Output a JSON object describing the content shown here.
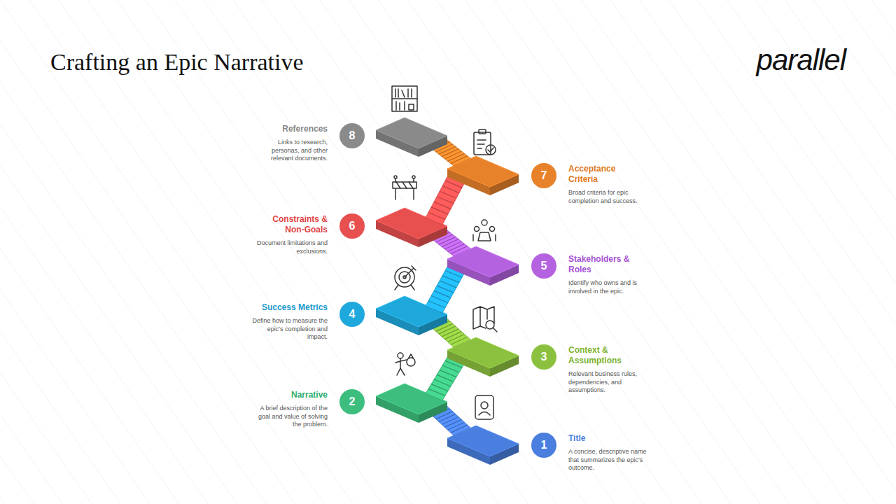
{
  "diagram": {
    "title": "Crafting an Epic Narrative",
    "nodes": [
      {
        "text": [
          "1",
          "Title",
          "A concise, descriptive name that summarizes the epic's outcome."
        ]
      },
      {
        "text": [
          "2",
          "Narrative",
          "A brief description of the goal and value of solving the problem."
        ]
      },
      {
        "text": [
          "3",
          "Context & Assumptions",
          "Relevant business rules, dependencies, and assumptions."
        ]
      },
      {
        "text": [
          "4",
          "Success Metrics",
          "Define how to measure the epic's completion and impact."
        ]
      },
      {
        "text": [
          "5",
          "Stakeholders & Roles",
          "Identify who owns and is involved in the epic."
        ]
      },
      {
        "text": [
          "6",
          "Constraints & Non-Goals",
          "Document limitations and exclusions."
        ]
      },
      {
        "text": [
          "7",
          "Acceptance Criteria",
          "Broad criteria for epic completion and success."
        ]
      },
      {
        "text": [
          "8",
          "References",
          "Links to research, personas, and other relevant documents."
        ]
      }
    ],
    "labels": [
      "parallel"
    ]
  }
}
